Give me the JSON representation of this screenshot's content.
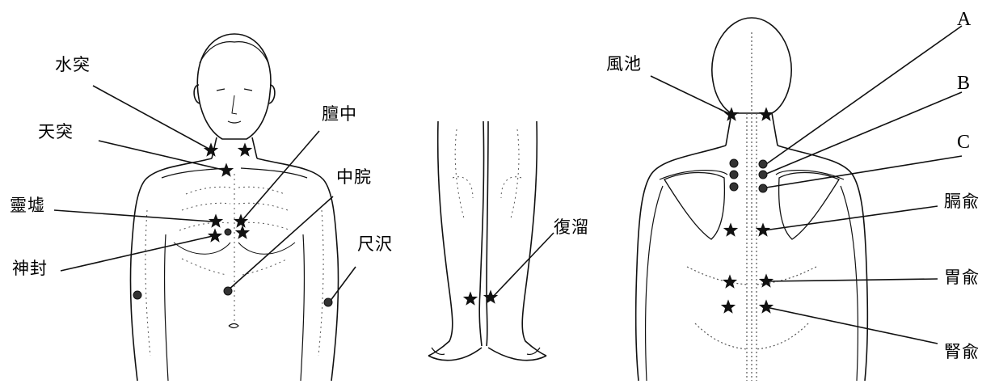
{
  "labels": {
    "front": {
      "suitotsu": "水突",
      "tentotsu": "天突",
      "danchu": "膻中",
      "chukan": "中脘",
      "reikyo": "靈墟",
      "shinpo": "神封",
      "shakutaku": "尺沢"
    },
    "legs": {
      "fukuryu": "復溜"
    },
    "back": {
      "fuchi": "風池",
      "a": "A",
      "b": "B",
      "c": "C",
      "kakuyu": "膈兪",
      "iyu": "胃兪",
      "jinyu": "腎兪"
    }
  },
  "colors": {
    "ink": "#111111",
    "dot": "#333333"
  }
}
